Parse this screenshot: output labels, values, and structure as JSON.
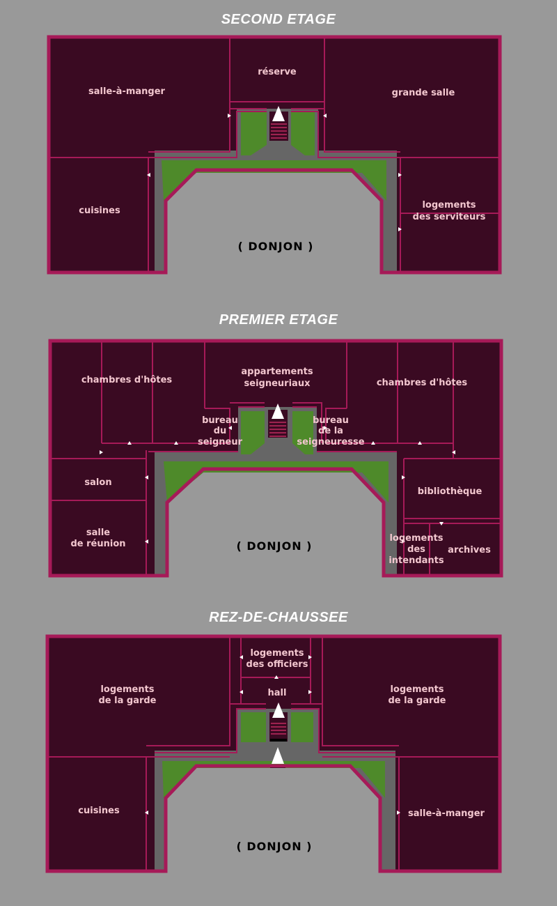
{
  "floors": {
    "second": {
      "title": "SECOND ETAGE",
      "rooms": {
        "salle_a_manger": "salle-à-manger",
        "reserve": "réserve",
        "grande_salle": "grande salle",
        "cuisines": "cuisines",
        "logements_serviteurs_1": "logements",
        "logements_serviteurs_2": "des serviteurs"
      },
      "donjon": "( DONJON )"
    },
    "premier": {
      "title": "PREMIER ETAGE",
      "rooms": {
        "chambres_hotes_left": "chambres d'hôtes",
        "appartements_1": "appartements",
        "appartements_2": "seigneuriaux",
        "chambres_hotes_right": "chambres d'hôtes",
        "bureau_seigneur_1": "bureau",
        "bureau_seigneur_2": "du",
        "bureau_seigneur_3": "seigneur",
        "bureau_seigneuresse_1": "bureau",
        "bureau_seigneuresse_2": "de la",
        "bureau_seigneuresse_3": "seigneuresse",
        "salon": "salon",
        "bibliotheque": "bibliothèque",
        "salle_reunion_1": "salle",
        "salle_reunion_2": "de réunion",
        "logements_intendants_1": "logements",
        "logements_intendants_2": "des",
        "logements_intendants_3": "intendants",
        "archives": "archives"
      },
      "donjon": "( DONJON )"
    },
    "rez": {
      "title": "REZ-DE-CHAUSSEE",
      "rooms": {
        "logements_officiers_1": "logements",
        "logements_officiers_2": "des officiers",
        "hall": "hall",
        "logements_garde_left_1": "logements",
        "logements_garde_left_2": "de la garde",
        "logements_garde_right_1": "logements",
        "logements_garde_right_2": "de la garde",
        "cuisines": "cuisines",
        "salle_a_manger": "salle-à-manger"
      },
      "donjon": "( DONJON )"
    }
  },
  "colors": {
    "background": "#999999",
    "room": "#3a0a22",
    "wall": "#a61a58",
    "corridor": "#666666",
    "garden": "#4e8a2a",
    "stairs": "#c02a60",
    "label": "#f3c7cf"
  }
}
